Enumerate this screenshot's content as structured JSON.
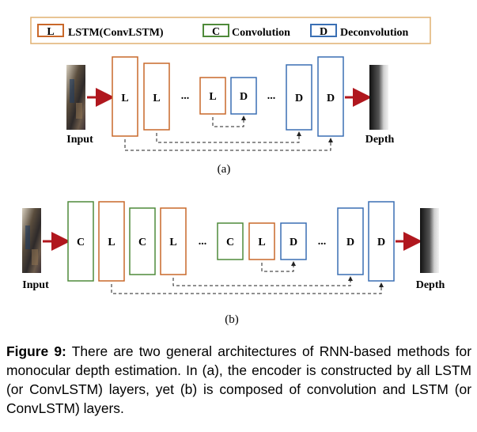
{
  "legend": {
    "items": [
      {
        "letter": "L",
        "text": "LSTM(ConvLSTM)",
        "color": "#c9682a"
      },
      {
        "letter": "C",
        "text": "Convolution",
        "color": "#4f8a3a"
      },
      {
        "letter": "D",
        "text": "Deconvolution",
        "color": "#3a6fb4"
      }
    ]
  },
  "diagram_a": {
    "input_label": "Input",
    "output_label": "Depth",
    "ellipsis": "...",
    "blocks": [
      "L",
      "L",
      "L",
      "D",
      "D",
      "D"
    ],
    "sublabel": "(a)"
  },
  "diagram_b": {
    "input_label": "Input",
    "output_label": "Depth",
    "ellipsis": "...",
    "blocks": [
      "C",
      "L",
      "C",
      "L",
      "C",
      "L",
      "D",
      "D",
      "D"
    ],
    "sublabel": "(b)"
  },
  "caption": {
    "label": "Figure 9:",
    "text": "There are two general architectures of RNN-based methods for monocular depth estimation. In (a), the encoder is constructed by all LSTM (or ConvLSTM) layers, yet (b) is composed of convolution and LSTM (or ConvLSTM) layers."
  },
  "colors": {
    "lstm": "#c9682a",
    "conv": "#4f8a3a",
    "deconv": "#3a6fb4",
    "arrow": "#b0171e",
    "dash": "#333333"
  }
}
